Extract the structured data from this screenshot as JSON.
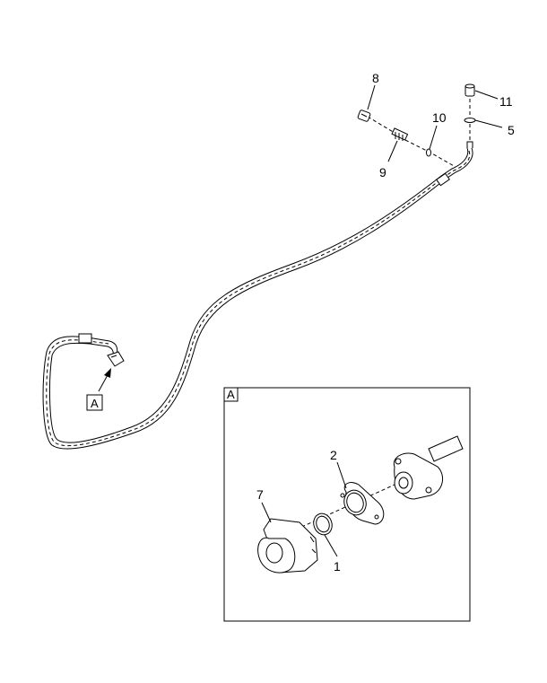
{
  "callouts": {
    "p8": "8",
    "p9": "9",
    "p10": "10",
    "p11": "11",
    "p5": "5",
    "p2": "2",
    "p7": "7",
    "p1": "1"
  },
  "view_label": "A",
  "detail_label": "A",
  "colors": {
    "ink": "#000000",
    "background": "#ffffff"
  }
}
